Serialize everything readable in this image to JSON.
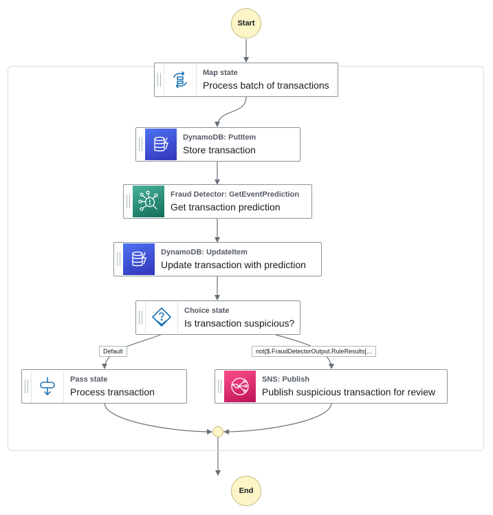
{
  "workflow": {
    "start": "Start",
    "end": "End",
    "states": {
      "map": {
        "type": "Map state",
        "name": "Process batch of transactions",
        "icon": "map-state-icon"
      },
      "store": {
        "type": "DynamoDB: PutItem",
        "name": "Store transaction",
        "icon": "dynamodb-icon"
      },
      "predict": {
        "type": "Fraud Detector: GetEventPrediction",
        "name": "Get transaction prediction",
        "icon": "fraud-detector-icon"
      },
      "update": {
        "type": "DynamoDB: UpdateItem",
        "name": "Update transaction with prediction",
        "icon": "dynamodb-icon"
      },
      "choice": {
        "type": "Choice state",
        "name": "Is transaction suspicious?",
        "icon": "choice-state-icon"
      },
      "pass": {
        "type": "Pass state",
        "name": "Process transaction",
        "icon": "pass-state-icon"
      },
      "publish": {
        "type": "SNS: Publish",
        "name": "Publish suspicious transaction for review",
        "icon": "sns-icon"
      }
    },
    "edge_labels": {
      "default": "Default",
      "suspicious": "not($.FraudDetectorOutput.RuleResults[..."
    }
  },
  "colors": {
    "terminal_fill": "#fcf5c7",
    "dynamodb": "#3b48cc",
    "fraud_detector": "#1b8a73",
    "sns": "#e7157b",
    "flow_icon": "#1a73b8",
    "edge": "#687078"
  }
}
